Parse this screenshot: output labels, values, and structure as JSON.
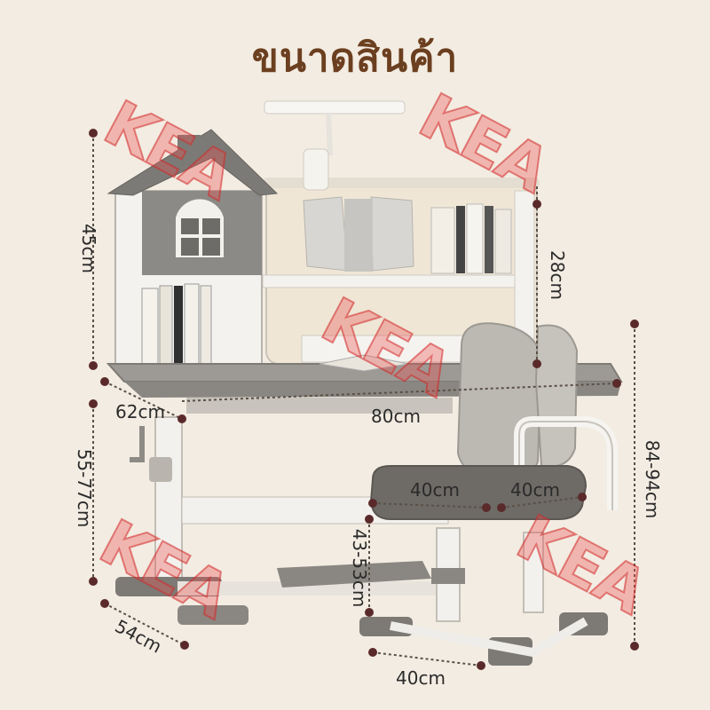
{
  "title": "ขนาดสินค้า",
  "watermark": "KEA",
  "dimensions": {
    "hutch_height": "45cm",
    "shelf_height": "28cm",
    "desk_depth": "62cm",
    "desk_width": "80cm",
    "desk_height": "55-77cm",
    "base_depth": "54cm",
    "seat_width": "40cm",
    "seat_depth": "40cm",
    "seat_height": "43-53cm",
    "chair_base": "40cm",
    "chair_total_height": "84-94cm"
  },
  "colors": {
    "background": "#f3ece2",
    "title": "#6b3f1f",
    "desk_gray": "#8d8b87",
    "frame_white": "#f2f1ee",
    "watermark": "#e85050"
  }
}
